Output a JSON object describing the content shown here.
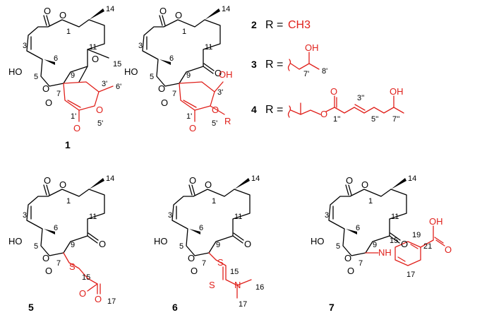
{
  "compounds": [
    {
      "number": "1"
    },
    {
      "number": "2",
      "r_label": "R =",
      "r_value": "CH3"
    },
    {
      "number": "3"
    },
    {
      "number": "4"
    },
    {
      "number": "5"
    },
    {
      "number": "6"
    },
    {
      "number": "7"
    }
  ],
  "atoms": {
    "o": "O",
    "ho": "HO",
    "oh": "OH",
    "s": "S",
    "n": "N",
    "nh": "NH",
    "r": "R"
  },
  "locants": {
    "c1": "1",
    "c3": "3",
    "c5": "5",
    "c6": "6",
    "c7": "7",
    "c9": "9",
    "c11": "11",
    "c14": "14",
    "c15": "15",
    "c16": "16",
    "c17": "17",
    "c19": "19",
    "c21": "21",
    "c1p": "1'",
    "c3p": "3'",
    "c5p": "5'",
    "c6p": "6'",
    "c7p": "7'",
    "c8p": "8'",
    "c1pp": "1''",
    "c3pp": "3''",
    "c5pp": "5''",
    "c7pp": "7''"
  },
  "colors": {
    "highlight": "#e0201b",
    "bond": "#000000"
  }
}
